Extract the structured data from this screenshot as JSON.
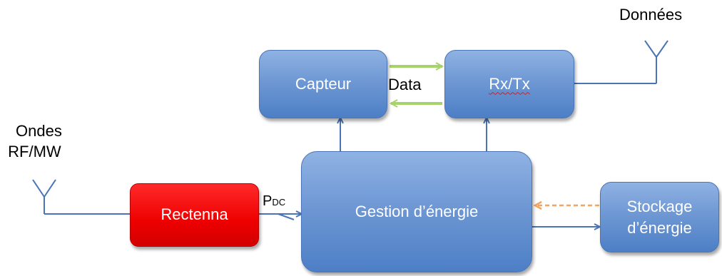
{
  "labels": {
    "donnees": "Données",
    "ondes_line1": "Ondes",
    "ondes_line2": "RF/MW",
    "data": "Data",
    "pdc_main": "P",
    "pdc_sub": "DC"
  },
  "blocks": {
    "capteur": "Capteur",
    "rxtx": "Rx/Tx",
    "rectenna": "Rectenna",
    "gestion": "Gestion d’énergie",
    "stockage_line1": "Stockage",
    "stockage_line2": "d’énergie"
  },
  "colors": {
    "block_blue": "#6f98d4",
    "rectenna_red": "#ee0000",
    "connector": "#4a74b5",
    "data_arrow": "#a6d46a",
    "storage_return": "#f4a460"
  }
}
